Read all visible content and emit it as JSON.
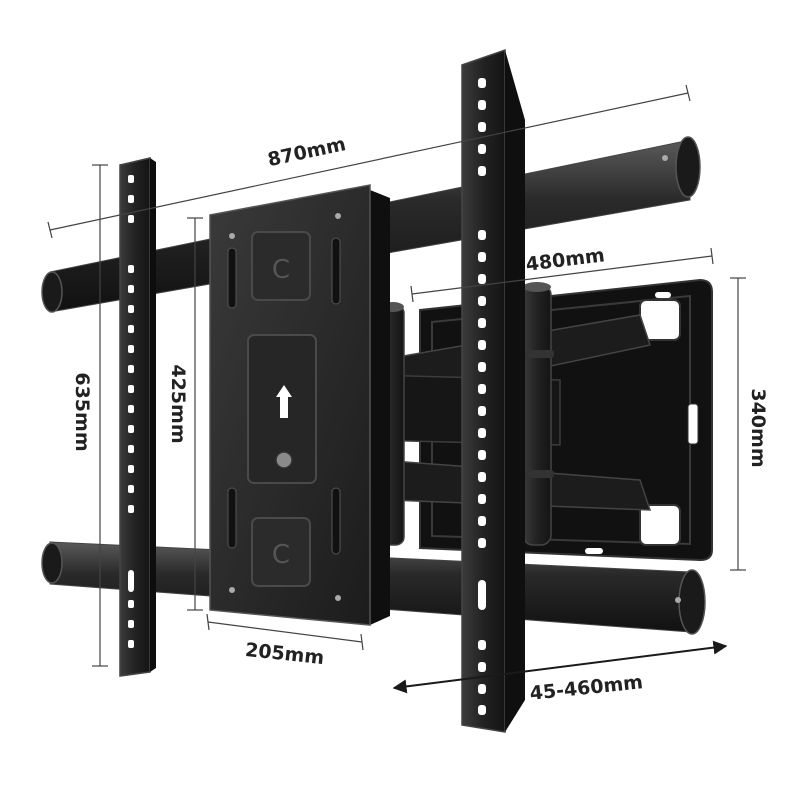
{
  "dimensions": {
    "width_total": "870mm",
    "arm_plate_width": "480mm",
    "arm_plate_height": "340mm",
    "rail_height": "635mm",
    "wall_plate_height": "425mm",
    "wall_plate_width": "205mm",
    "extension_range": "45-460mm"
  },
  "colors": {
    "background": "#ffffff",
    "metal_dark": "#1b1b1b",
    "metal_mid": "#2c2c2c",
    "metal_light": "#555555",
    "dimension_line": "#444444"
  }
}
